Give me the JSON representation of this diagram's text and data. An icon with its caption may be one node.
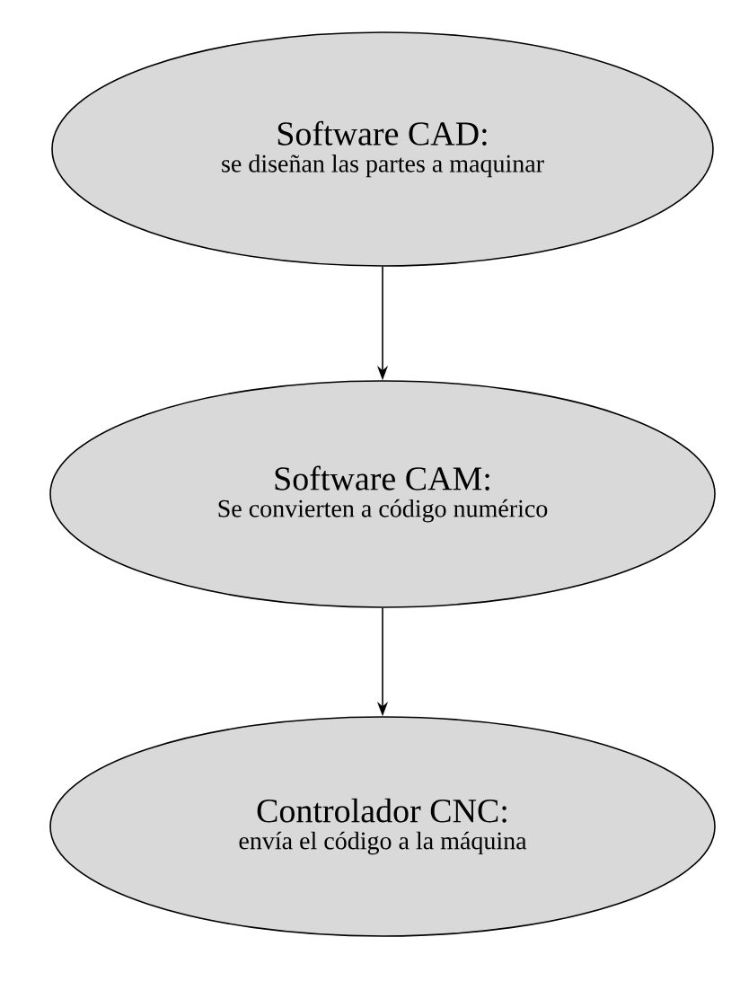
{
  "diagram": {
    "nodes": [
      {
        "text": [
          "Software CAD:",
          "se diseñan las partes a maquinar"
        ]
      },
      {
        "text": [
          "Software CAM:",
          "Se convierten a código numérico"
        ]
      },
      {
        "text": [
          "Controlador CNC:",
          "envía el código a la máquina"
        ]
      }
    ],
    "edges": [
      {
        "from": 0,
        "to": 1,
        "arrow": "to"
      },
      {
        "from": 1,
        "to": 2,
        "arrow": "to"
      }
    ]
  }
}
